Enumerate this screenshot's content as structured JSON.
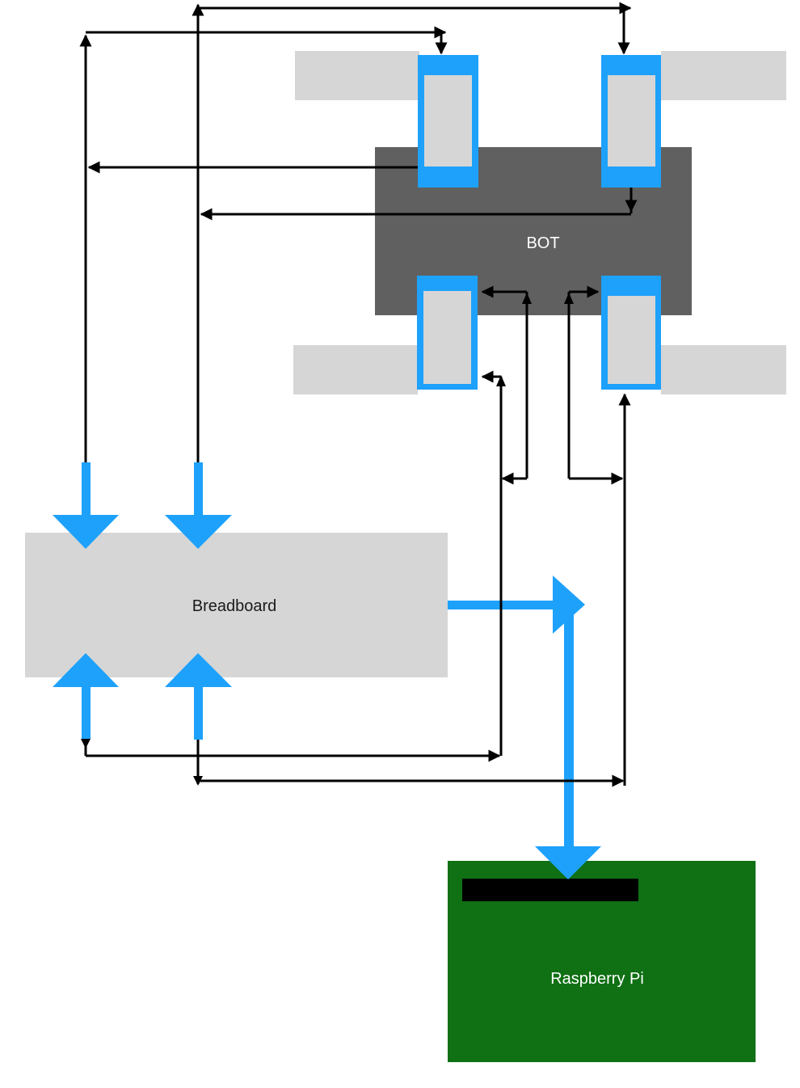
{
  "labels": {
    "bot": "BOT",
    "breadboard": "Breadboard",
    "raspberry_pi": "Raspberry Pi"
  },
  "colors": {
    "bot_body": "#606060",
    "wheel": "#d6d6d6",
    "motor_connector": "#1ea1fb",
    "breadboard": "#d6d6d6",
    "raspberry_pi": "#0f7014",
    "header_strip": "#000000",
    "wire": "#000000",
    "ribbon": "#1ea1fb"
  },
  "icons": {
    "arrowheads": "triangle-arrowhead"
  }
}
